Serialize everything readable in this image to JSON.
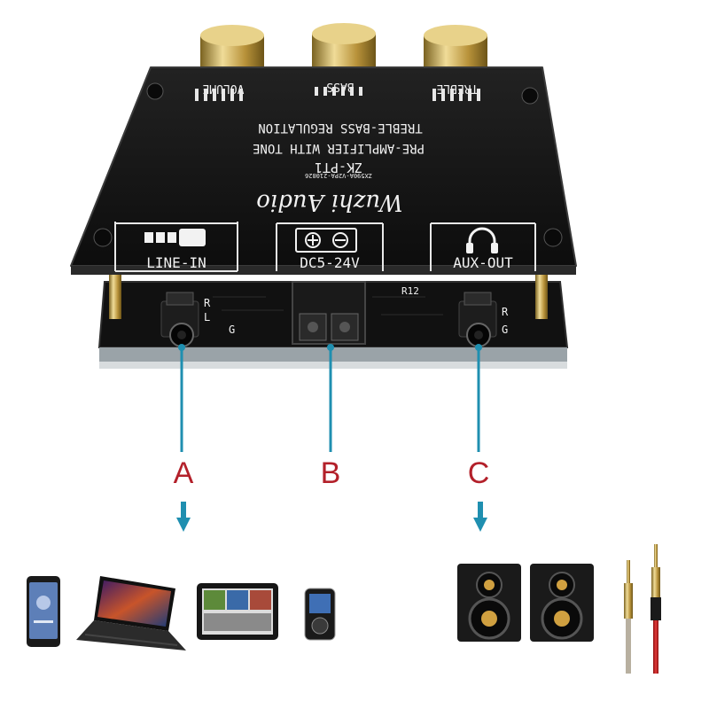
{
  "board": {
    "knobs": [
      "VOLUME",
      "BASS",
      "TREBLE"
    ],
    "line1": "TREBLE-BASS  REGULATION",
    "line2": "PRE-AMPLIFIER WITH TONE",
    "model": "ZK-PT1",
    "pcb_code": "ZX590A-V2PA-210826",
    "brand": "Wuzhi Audio",
    "ports": {
      "line_in": "LINE-IN",
      "power": "DC5-24V",
      "aux_out": "AUX-OUT"
    },
    "pin_labels": [
      "R",
      "L",
      "G"
    ],
    "pin_r12": "R12"
  },
  "callouts": {
    "a": "A",
    "b": "B",
    "c": "C"
  },
  "colors": {
    "board": "#151515",
    "board_edge": "#3a3a3a",
    "knob_gold": "#c9a94c",
    "arrow": "#1f8fb0",
    "callout": "#b3202a"
  },
  "devices_in": [
    "smartphone-icon",
    "laptop-icon",
    "tablet-icon",
    "music-player-icon"
  ],
  "devices_out": [
    "speaker-icon",
    "speaker-icon",
    "audio-cable-icon"
  ]
}
